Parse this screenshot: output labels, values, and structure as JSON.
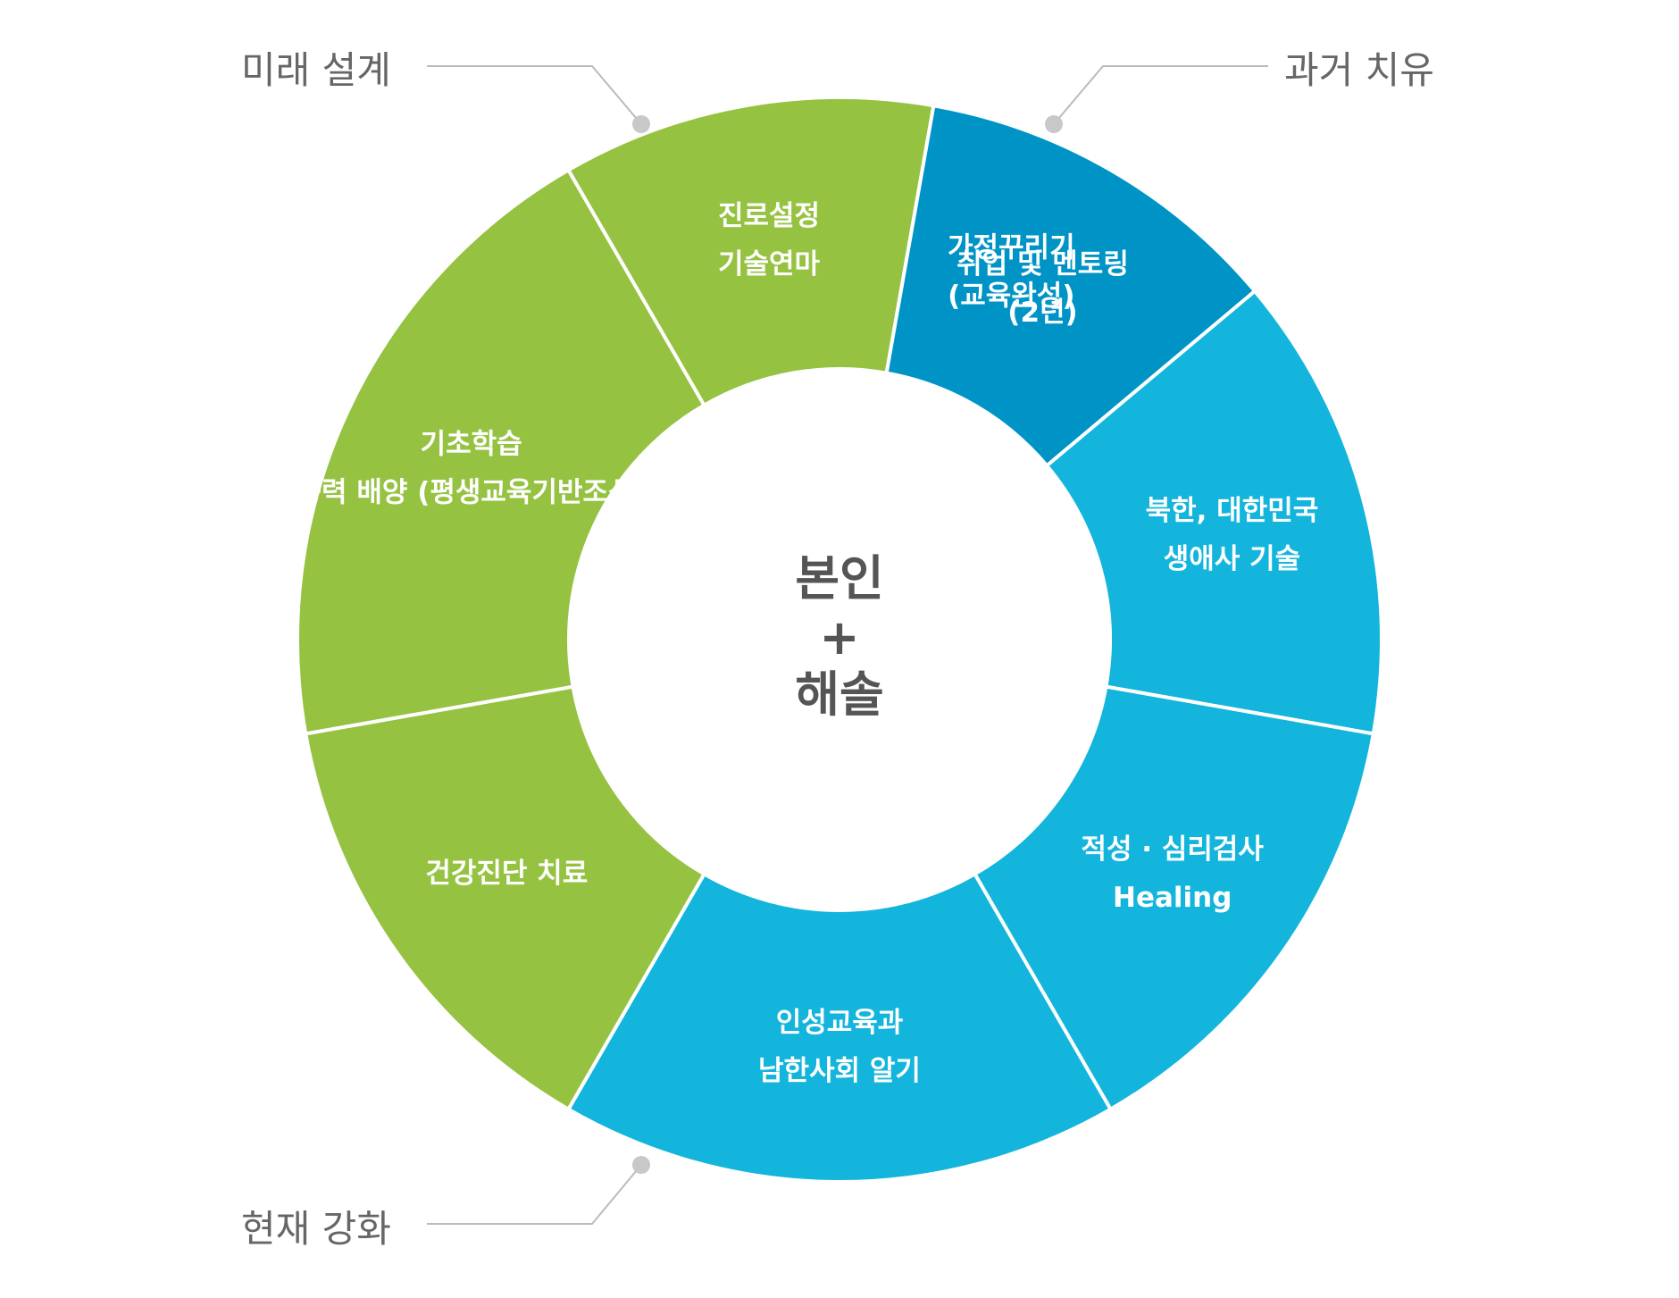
{
  "center": {
    "line1": "본인",
    "line2": "+",
    "line3": "해솔"
  },
  "colors": {
    "future": "#0094C6",
    "past": "#13B5DC",
    "present": "#96C242",
    "divider": "#ffffff"
  },
  "groups": {
    "future": "미래 설계",
    "past": "과거 치유",
    "present": "현재 강화"
  },
  "segments": [
    {
      "id": "seg-family",
      "group": "future",
      "start": -90,
      "end": -40,
      "lines": [
        "가정꾸리기",
        "(교육완성)"
      ]
    },
    {
      "id": "seg-nk-sk",
      "group": "past",
      "start": -40,
      "end": 10,
      "lines": [
        "북한, 대한민국",
        "생애사 기술"
      ]
    },
    {
      "id": "seg-aptitude",
      "group": "past",
      "start": 10,
      "end": 60,
      "lines": [
        "적성 · 심리검사",
        "Healing"
      ]
    },
    {
      "id": "seg-character",
      "group": "past",
      "start": 60,
      "end": 120,
      "lines": [
        "인성교육과",
        "남한사회 알기"
      ]
    },
    {
      "id": "seg-health",
      "group": "present",
      "start": 120,
      "end": 170,
      "lines": [
        "건강진단 치료"
      ]
    },
    {
      "id": "seg-basic",
      "group": "present",
      "start": 170,
      "end": 240,
      "lines": [
        "기초학습",
        "능력 배양 (평생교육기반조성)"
      ]
    },
    {
      "id": "seg-career",
      "group": "present",
      "start": 240,
      "end": 280,
      "lines": [
        "진로설정",
        "기술연마"
      ]
    },
    {
      "id": "seg-job",
      "group": "future",
      "start": 280,
      "end": 320,
      "lines": [
        "취업 및 멘토링",
        "(2년)"
      ]
    }
  ]
}
